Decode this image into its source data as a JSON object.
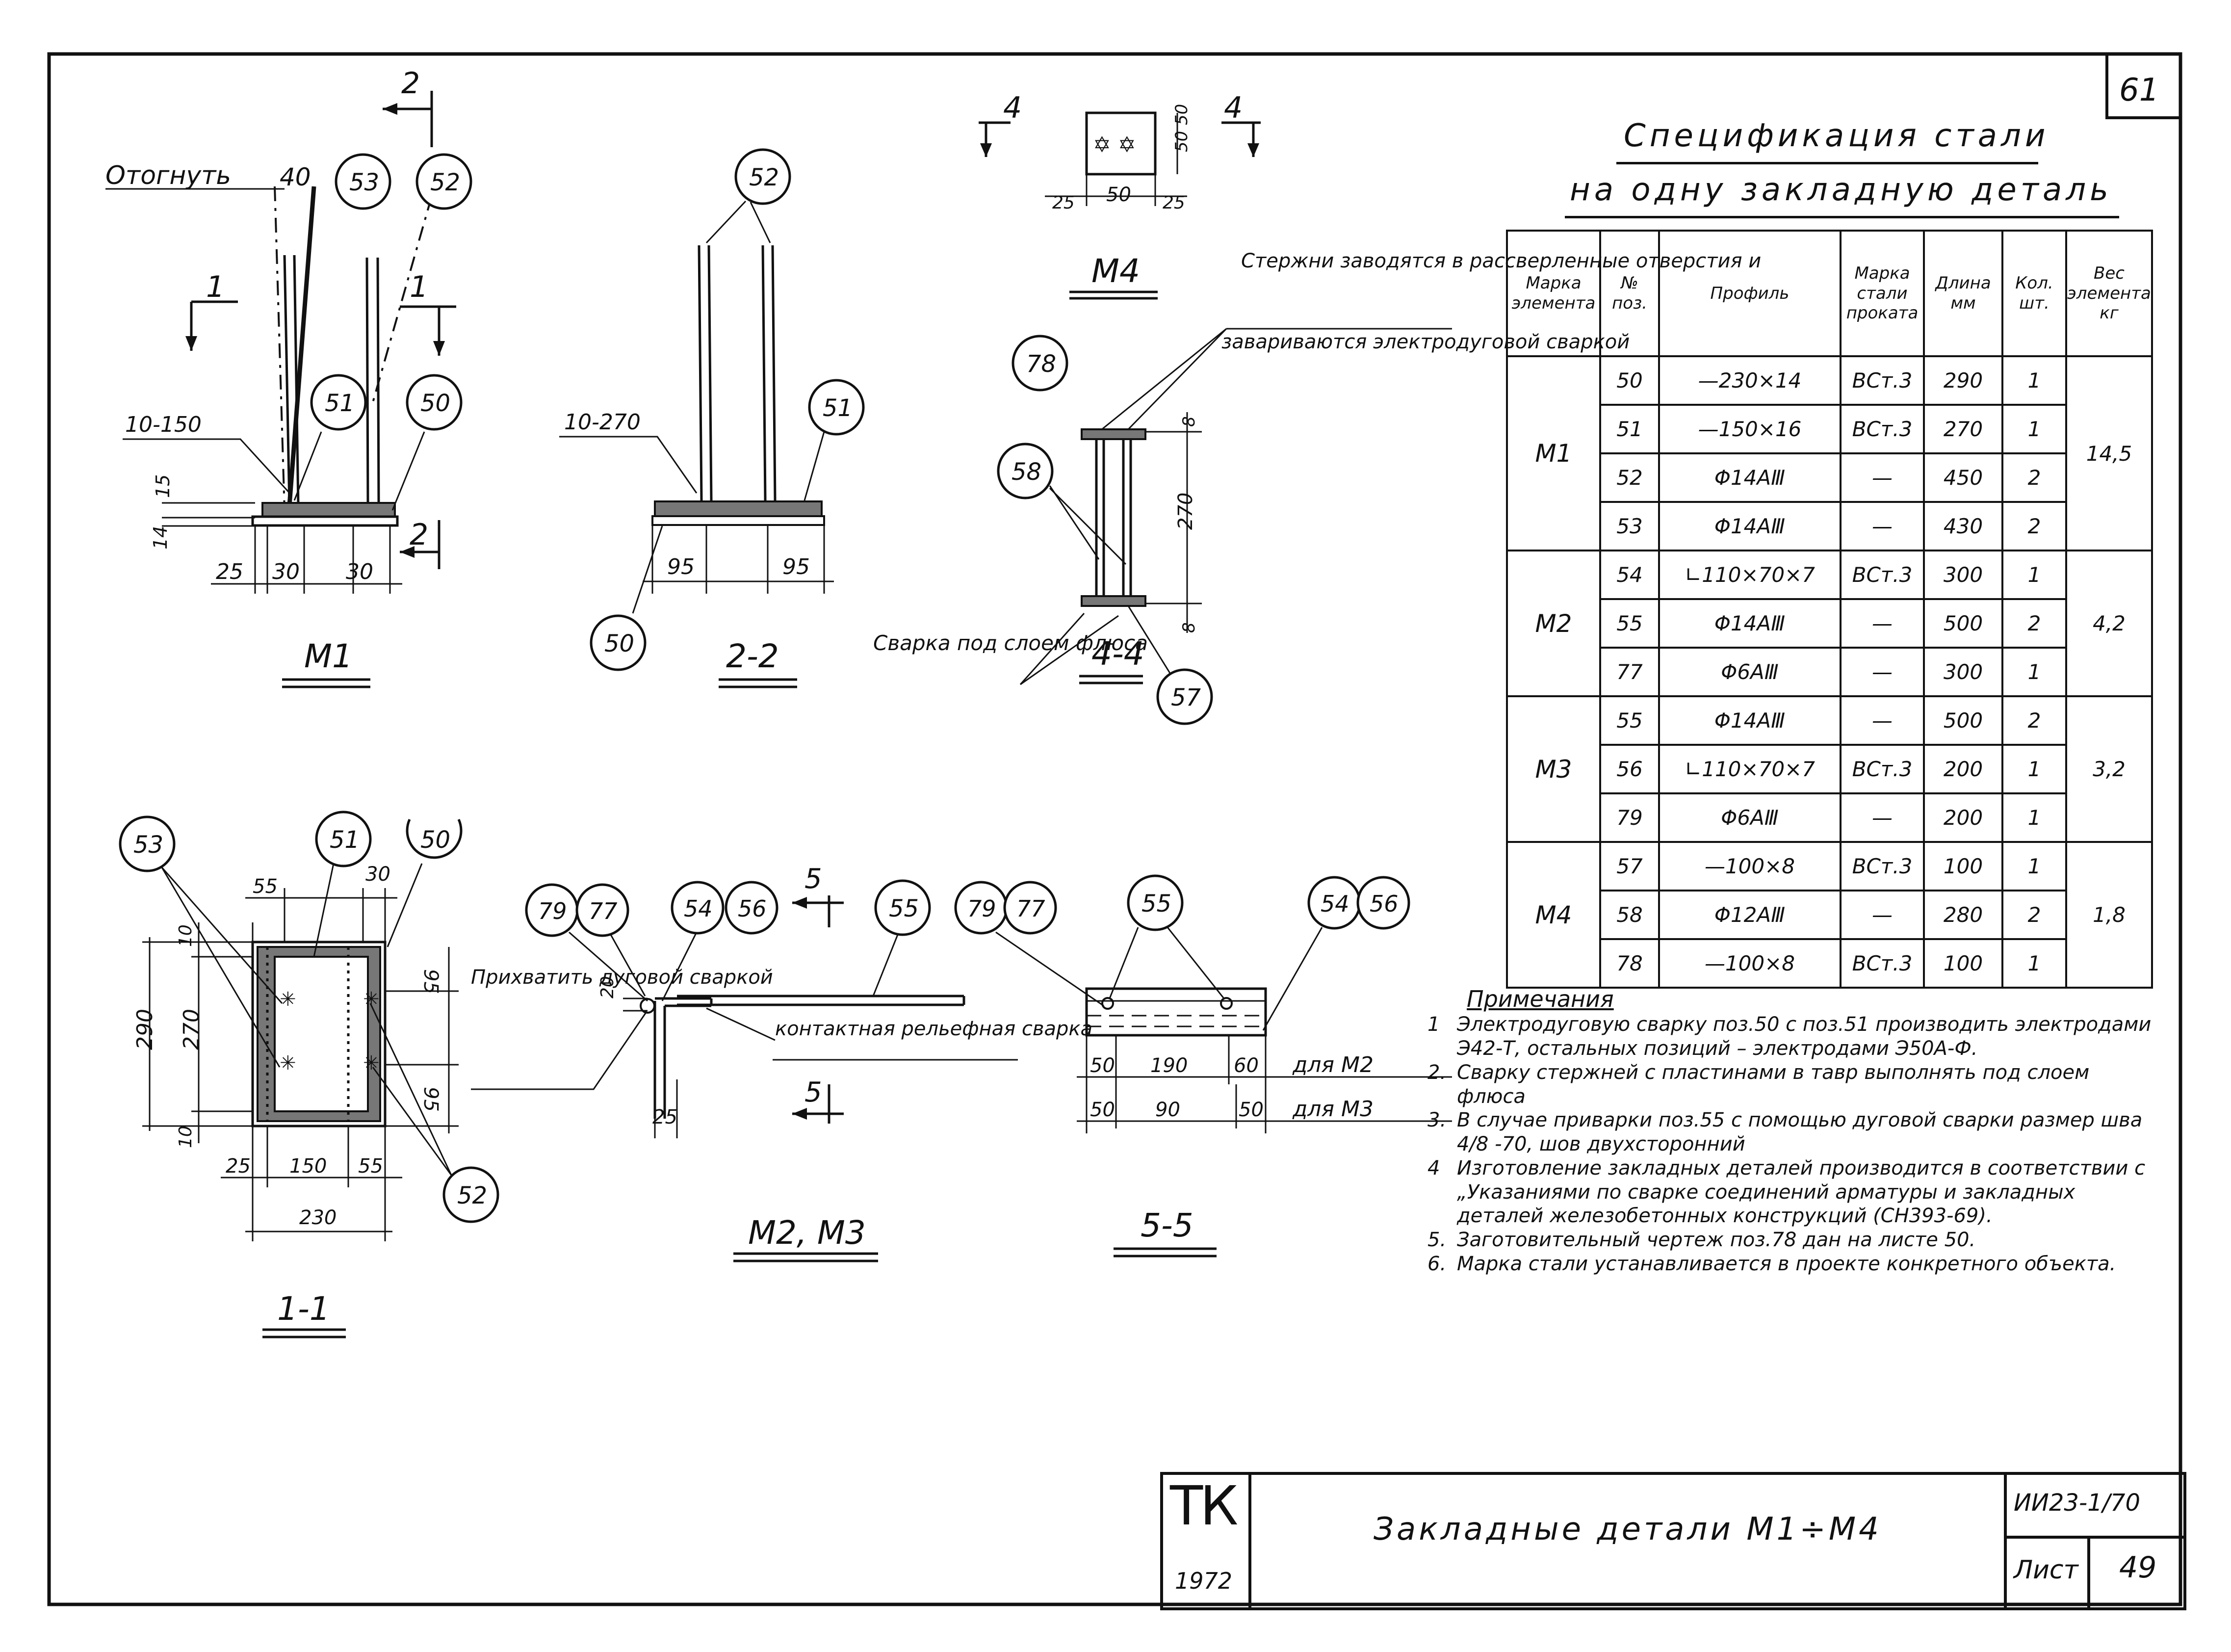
{
  "sheet_code": "61",
  "spec": {
    "title_line1": "Спецификация стали",
    "title_line2": "на одну закладную деталь",
    "headers": [
      "Марка элемента",
      "№ поз.",
      "Профиль",
      "Марка стали проката",
      "Длина мм",
      "Кол. шт.",
      "Вес элемента кг"
    ],
    "groups": [
      {
        "mark": "М1",
        "weight": "14,5",
        "rows": [
          {
            "pos": "50",
            "profile": "—230×14",
            "steel": "ВСт.3",
            "length": "290",
            "qty": "1"
          },
          {
            "pos": "51",
            "profile": "—150×16",
            "steel": "ВСт.3",
            "length": "270",
            "qty": "1"
          },
          {
            "pos": "52",
            "profile": "Φ14АⅢ",
            "steel": "—",
            "length": "450",
            "qty": "2"
          },
          {
            "pos": "53",
            "profile": "Φ14АⅢ",
            "steel": "—",
            "length": "430",
            "qty": "2"
          }
        ]
      },
      {
        "mark": "М2",
        "weight": "4,2",
        "rows": [
          {
            "pos": "54",
            "profile": "∟110×70×7",
            "steel": "ВСт.3",
            "length": "300",
            "qty": "1"
          },
          {
            "pos": "55",
            "profile": "Φ14АⅢ",
            "steel": "—",
            "length": "500",
            "qty": "2"
          },
          {
            "pos": "77",
            "profile": "Φ6АⅢ",
            "steel": "—",
            "length": "300",
            "qty": "1"
          }
        ]
      },
      {
        "mark": "М3",
        "weight": "3,2",
        "rows": [
          {
            "pos": "55",
            "profile": "Φ14АⅢ",
            "steel": "—",
            "length": "500",
            "qty": "2"
          },
          {
            "pos": "56",
            "profile": "∟110×70×7",
            "steel": "ВСт.3",
            "length": "200",
            "qty": "1"
          },
          {
            "pos": "79",
            "profile": "Φ6АⅢ",
            "steel": "—",
            "length": "200",
            "qty": "1"
          }
        ]
      },
      {
        "mark": "М4",
        "weight": "1,8",
        "rows": [
          {
            "pos": "57",
            "profile": "—100×8",
            "steel": "ВСт.3",
            "length": "100",
            "qty": "1"
          },
          {
            "pos": "58",
            "profile": "Φ12АⅢ",
            "steel": "—",
            "length": "280",
            "qty": "2"
          },
          {
            "pos": "78",
            "profile": "—100×8",
            "steel": "ВСт.3",
            "length": "100",
            "qty": "1"
          }
        ]
      }
    ]
  },
  "notes": {
    "heading": "Примечания",
    "items": [
      {
        "n": "1",
        "text": "Электродуговую сварку поз.50 с поз.51 производить электродами Э42-Т, остальных позиций – электродами Э50А-Ф."
      },
      {
        "n": "2.",
        "text": "Сварку стержней с пластинами в тавр выполнять под слоем флюса"
      },
      {
        "n": "3.",
        "text": "В случае приварки поз.55 с помощью дуговой сварки размер шва 4/8 -70, шов двухсторонний"
      },
      {
        "n": "4",
        "text": "Изготовление закладных деталей производится в соответствии с „Указаниями по сварке соединений арматуры и закладных деталей железобетонных конструкций (СН393-69)."
      },
      {
        "n": "5.",
        "text": "Заготовительный чертеж поз.78 дан на листе 50."
      },
      {
        "n": "6.",
        "text": "Марка стали устанавливается в проекте конкретного объекта."
      }
    ]
  },
  "title_block": {
    "logo": "ТК",
    "year": "1972",
    "title": "Закладные детали М1÷М4",
    "series": "ИИ23-1/70",
    "sheet_label": "Лист",
    "sheet_no": "49"
  },
  "views": {
    "m1": {
      "caption": "М1",
      "label_bend": "Отогнуть",
      "dim_40": "40",
      "weld_1": "10-150",
      "dims": [
        "15",
        "14",
        "25",
        "30",
        "30"
      ],
      "section_1": "1",
      "section_2": "2",
      "bubbles": [
        "53",
        "52",
        "51",
        "50"
      ]
    },
    "s22": {
      "caption": "2-2",
      "weld": "10-270",
      "dims": [
        "95",
        "95"
      ],
      "bubbles": [
        "52",
        "51",
        "50"
      ]
    },
    "m4": {
      "caption": "М4",
      "dims": [
        "25",
        "50",
        "25",
        "50",
        "50"
      ],
      "section": "4"
    },
    "s44": {
      "caption": "4-4",
      "note_rods": "Стержни заводятся в рассверленные отверстия и",
      "note_weld": "завариваются электродуговой сваркой",
      "note_flux": "Сварка под слоем флюса",
      "dims": [
        "8",
        "270",
        "8"
      ],
      "bubbles": [
        "78",
        "58",
        "57"
      ]
    },
    "s11": {
      "caption": "1-1",
      "dims_top": [
        "55",
        "30"
      ],
      "dims_left_outer": "290",
      "dims_left_inner": "270",
      "dims_left_small": [
        "10",
        "10"
      ],
      "dims_right": [
        "95",
        "95"
      ],
      "dims_bottom": [
        "25",
        "150",
        "55"
      ],
      "dim_total": "230",
      "bubbles": [
        "53",
        "51",
        "50",
        "52"
      ]
    },
    "m2m3": {
      "caption": "М2, М3",
      "note_tack": "Прихватить дуговой сваркой",
      "note_contact": "контактная рельефная сварка",
      "dims": [
        "20",
        "25"
      ],
      "section": "5",
      "bubbles": [
        "79",
        "77",
        "54",
        "56",
        "55"
      ]
    },
    "s55": {
      "caption": "5-5",
      "row_m2": [
        "50",
        "190",
        "60"
      ],
      "row_m3": [
        "50",
        "90",
        "50"
      ],
      "label_m2": "для М2",
      "label_m3": "для М3",
      "bubbles": [
        "79",
        "77",
        "55",
        "54",
        "56"
      ]
    }
  }
}
